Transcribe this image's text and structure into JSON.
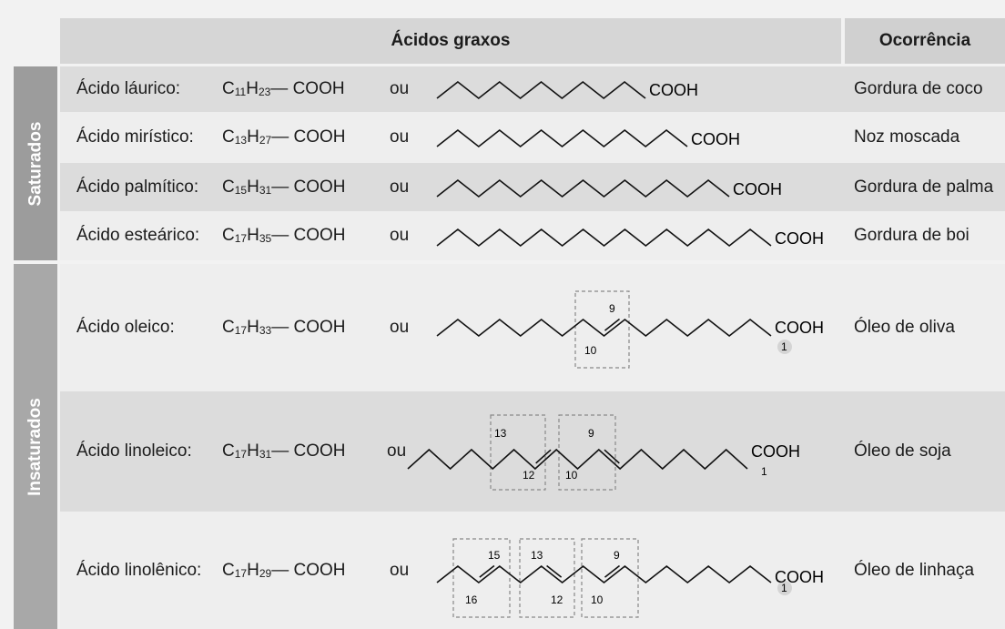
{
  "header": {
    "main_title": "Ácidos graxos",
    "occurrence_title": "Ocorrência"
  },
  "groups": {
    "saturated": "Saturados",
    "unsaturated": "Insaturados"
  },
  "connector": "ou",
  "cooh": "COOH",
  "acids": [
    {
      "name": "Ácido láurico:",
      "formula_c": "11",
      "formula_h": "23",
      "formula_tail": " — COOH",
      "occurrence": "Gordura de coco"
    },
    {
      "name": "Ácido mirístico:",
      "formula_c": "13",
      "formula_h": "27",
      "formula_tail": " — COOH",
      "occurrence": "Noz moscada"
    },
    {
      "name": "Ácido palmítico:",
      "formula_c": "15",
      "formula_h": "31",
      "formula_tail": " — COOH",
      "occurrence": "Gordura de palma"
    },
    {
      "name": "Ácido esteárico:",
      "formula_c": "17",
      "formula_h": "35",
      "formula_tail": " — COOH",
      "occurrence": "Gordura de boi"
    },
    {
      "name": "Ácido oleico:",
      "formula_c": "17",
      "formula_h": "33",
      "formula_tail": " — COOH",
      "occurrence": "Óleo de oliva",
      "labels": {
        "l9": "9",
        "l10": "10",
        "l1": "1"
      }
    },
    {
      "name": "Ácido linoleico:",
      "formula_c": "17",
      "formula_h": "31",
      "formula_tail": " — COOH",
      "occurrence": "Óleo de soja",
      "labels": {
        "l13": "13",
        "l12": "12",
        "l9": "9",
        "l10": "10",
        "l1": "1"
      }
    },
    {
      "name": "Ácido linolênico:",
      "formula_c": "17",
      "formula_h": "29",
      "formula_tail": " — COOH",
      "occurrence": "Óleo de linhaça",
      "labels": {
        "l15": "15",
        "l16": "16",
        "l13": "13",
        "l12": "12",
        "l9": "9",
        "l10": "10",
        "l1": "1"
      }
    }
  ]
}
